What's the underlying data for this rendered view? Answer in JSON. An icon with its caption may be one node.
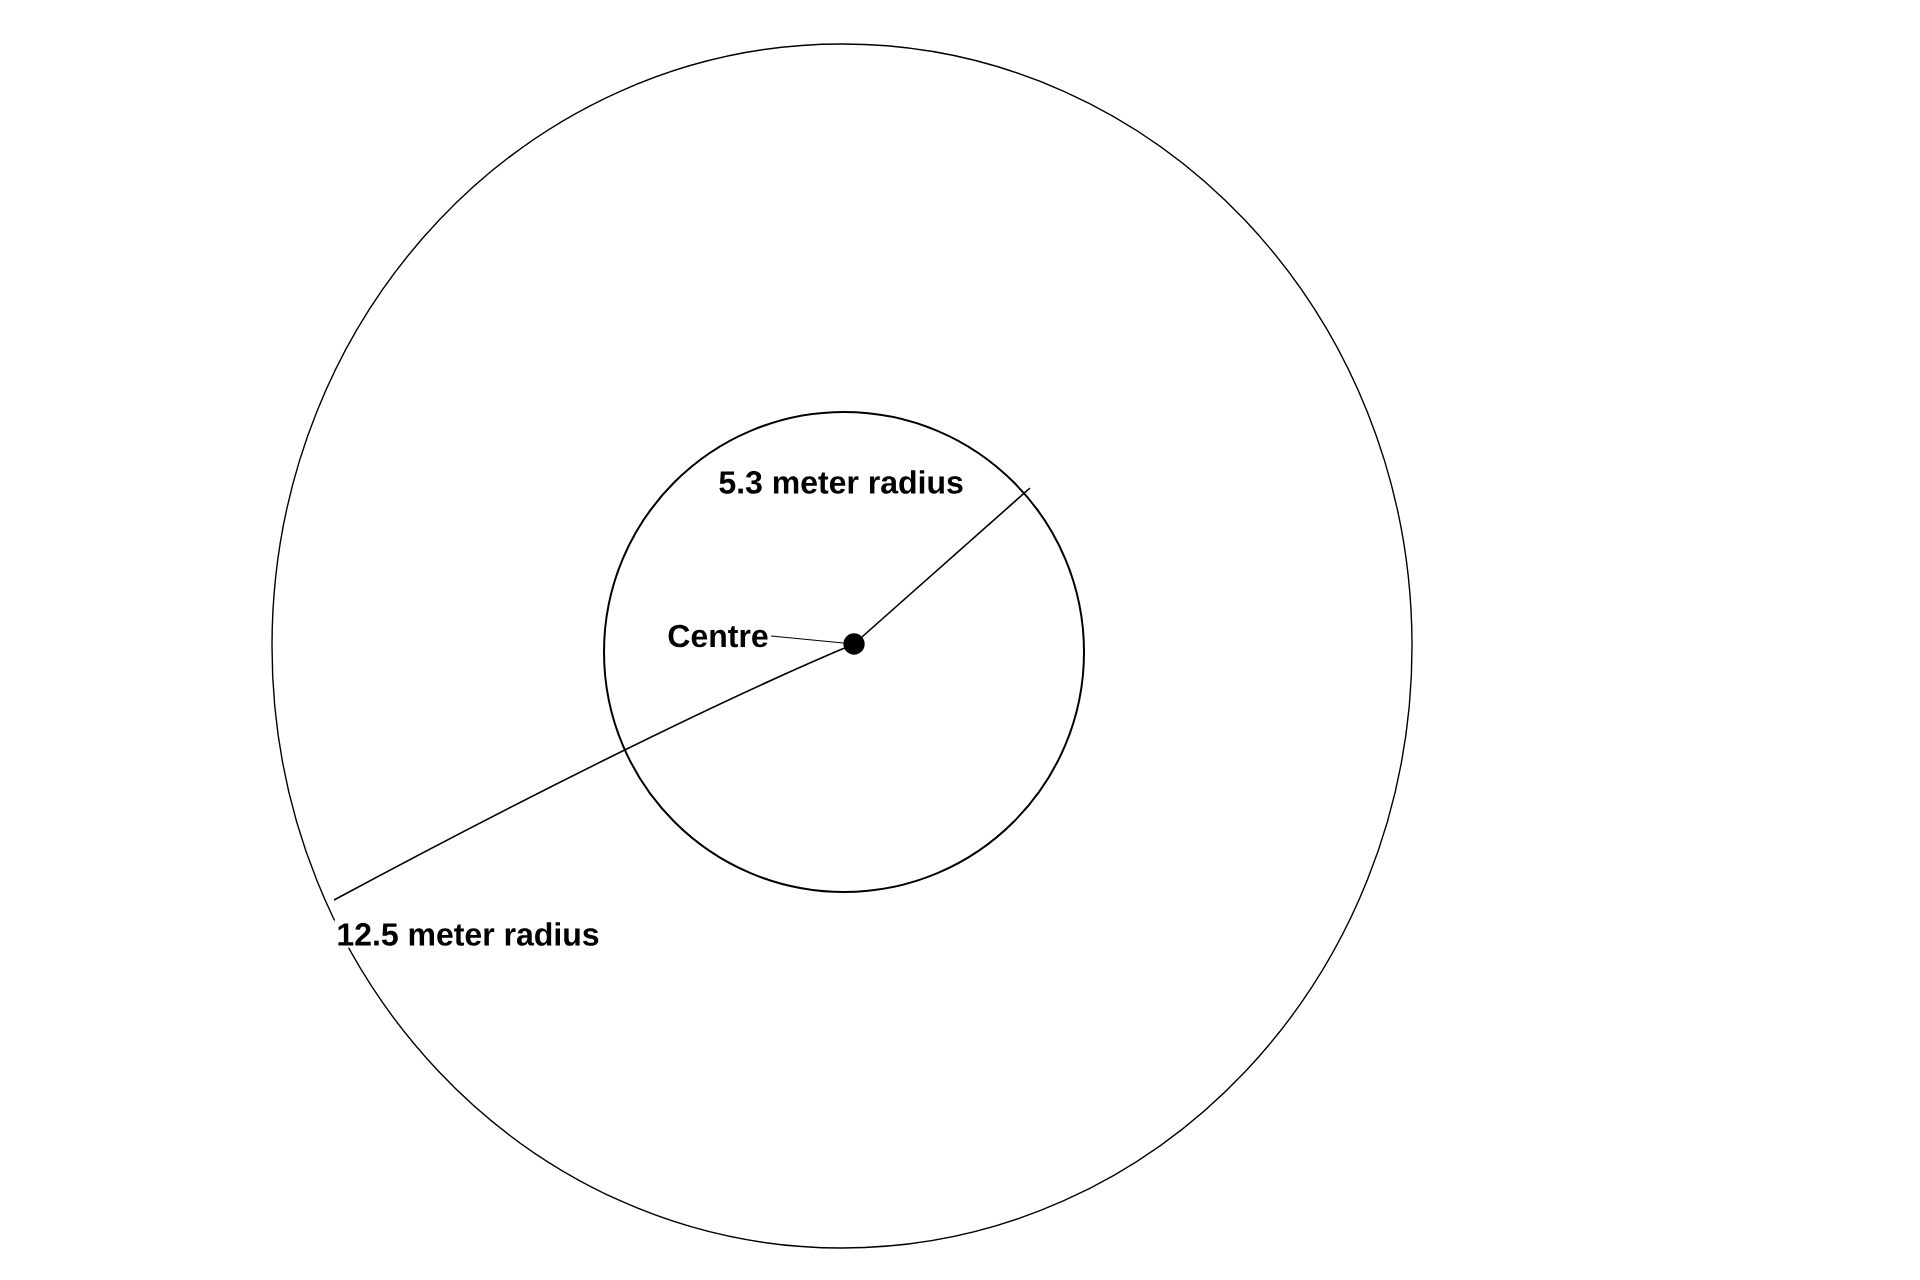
{
  "diagram": {
    "nodes": [
      {
        "text": [],
        "shape": "circle"
      },
      {
        "text": [],
        "shape": "circle",
        "in": 0
      },
      {
        "text": [],
        "shape": "circle",
        "in": 1
      },
      {
        "text": [
          "Centre"
        ],
        "in": 1
      }
    ],
    "edges": [
      {
        "from": 3,
        "to": 2,
        "arrow": "none"
      }
    ],
    "labels": [
      "5.3 meter radius",
      "12.5 meter radius"
    ]
  }
}
